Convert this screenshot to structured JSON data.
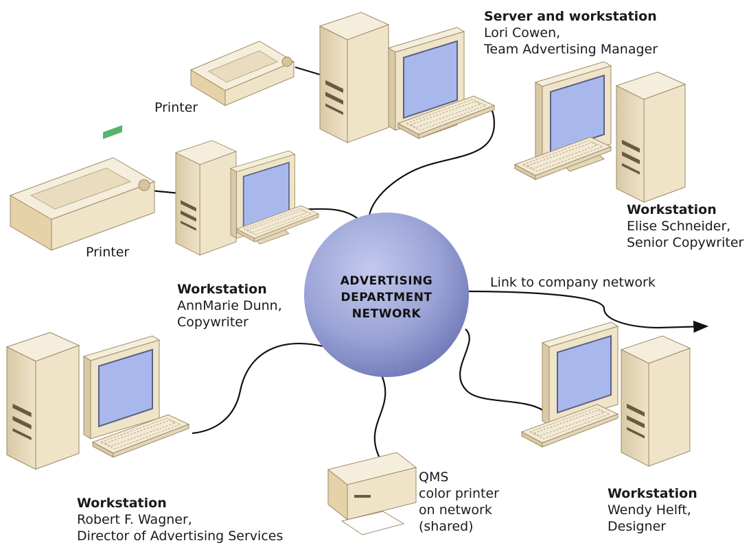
{
  "hub": {
    "lines": [
      "ADVERTISING",
      "DEPARTMENT",
      "NETWORK"
    ]
  },
  "link_label": "Link to company network",
  "nodes": {
    "server": {
      "title": "Server and workstation",
      "sub1": "Lori Cowen,",
      "sub2": "Team Advertising Manager"
    },
    "elise": {
      "title": "Workstation",
      "sub1": "Elise Schneider,",
      "sub2": "Senior Copywriter"
    },
    "annmarie": {
      "title": "Workstation",
      "sub1": "AnnMarie Dunn,",
      "sub2": "Copywriter"
    },
    "robert": {
      "title": "Workstation",
      "sub1": "Robert F. Wagner,",
      "sub2": "Director of Advertising Services"
    },
    "wendy": {
      "title": "Workstation",
      "sub1": "Wendy Helft,",
      "sub2": "Designer"
    }
  },
  "printers": {
    "top": "Printer",
    "left": "Printer",
    "qms": [
      "QMS",
      "color printer",
      "on network",
      "(shared)"
    ]
  },
  "colors": {
    "hub": "#9aa3d6",
    "case": "#efe3c8",
    "screen": "#a9b8ec",
    "cable": "#111111"
  }
}
